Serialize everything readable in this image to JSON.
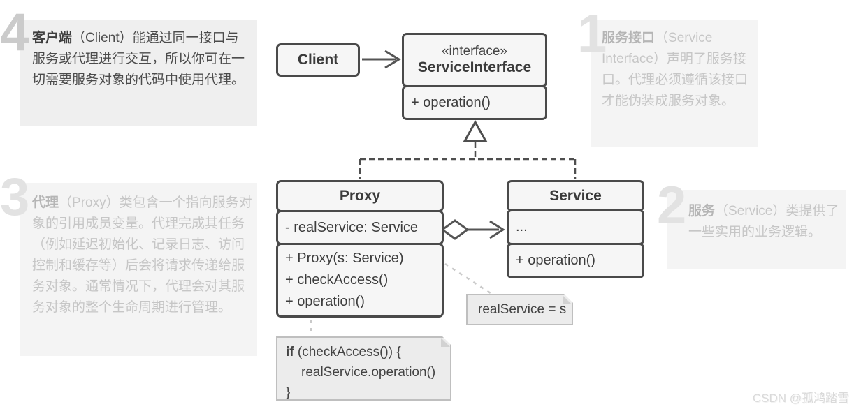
{
  "callouts": {
    "c4": {
      "number": "4",
      "lead": "客户端",
      "body": "（Client）能通过同一接口与服务或代理进行交互，所以你可在一切需要服务对象的代码中使用代理。"
    },
    "c1": {
      "number": "1",
      "lead": "服务接口",
      "body": "（Service Interface）声明了服务接口。代理必须遵循该接口才能伪装成服务对象。"
    },
    "c3": {
      "number": "3",
      "lead": "代理",
      "body": "（Proxy）类包含一个指向服务对象的引用成员变量。代理完成其任务（例如延迟初始化、记录日志、访问控制和缓存等）后会将请求传递给服务对象。通常情况下，代理会对其服务对象的整个生命周期进行管理。"
    },
    "c2": {
      "number": "2",
      "lead": "服务",
      "body": "（Service）类提供了一些实用的业务逻辑。"
    }
  },
  "classes": {
    "client": {
      "name": "Client"
    },
    "service_interface": {
      "stereotype": "«interface»",
      "name": "ServiceInterface",
      "methods": [
        "+ operation()"
      ]
    },
    "proxy": {
      "name": "Proxy",
      "attributes": [
        "- realService: Service"
      ],
      "methods": [
        "+ Proxy(s: Service)",
        "+ checkAccess()",
        "+ operation()"
      ]
    },
    "service": {
      "name": "Service",
      "attributes": [
        "..."
      ],
      "methods": [
        "+ operation()"
      ]
    }
  },
  "notes": {
    "assignment": "realService = s",
    "code": {
      "keyword": "if",
      "line1_rest": " (checkAccess()) {",
      "line2": "realService.operation()",
      "line3": "}"
    }
  },
  "relationships": {
    "client_to_interface": "association",
    "proxy_implements_interface": "realization",
    "service_implements_interface": "realization",
    "proxy_aggregates_service": "aggregation"
  },
  "watermark": "CSDN @孤鸿踏雪",
  "colors": {
    "box_border": "#4a4a4a",
    "box_fill": "#f6f6f6",
    "note_fill": "#ececec",
    "note_border": "#bfbfbf",
    "connector": "#555555",
    "note_connector": "#c9c9c9",
    "active_text": "#4b4b4b",
    "faded_text": "#c6c6c6",
    "callout_bg": "#f2f2f2"
  }
}
